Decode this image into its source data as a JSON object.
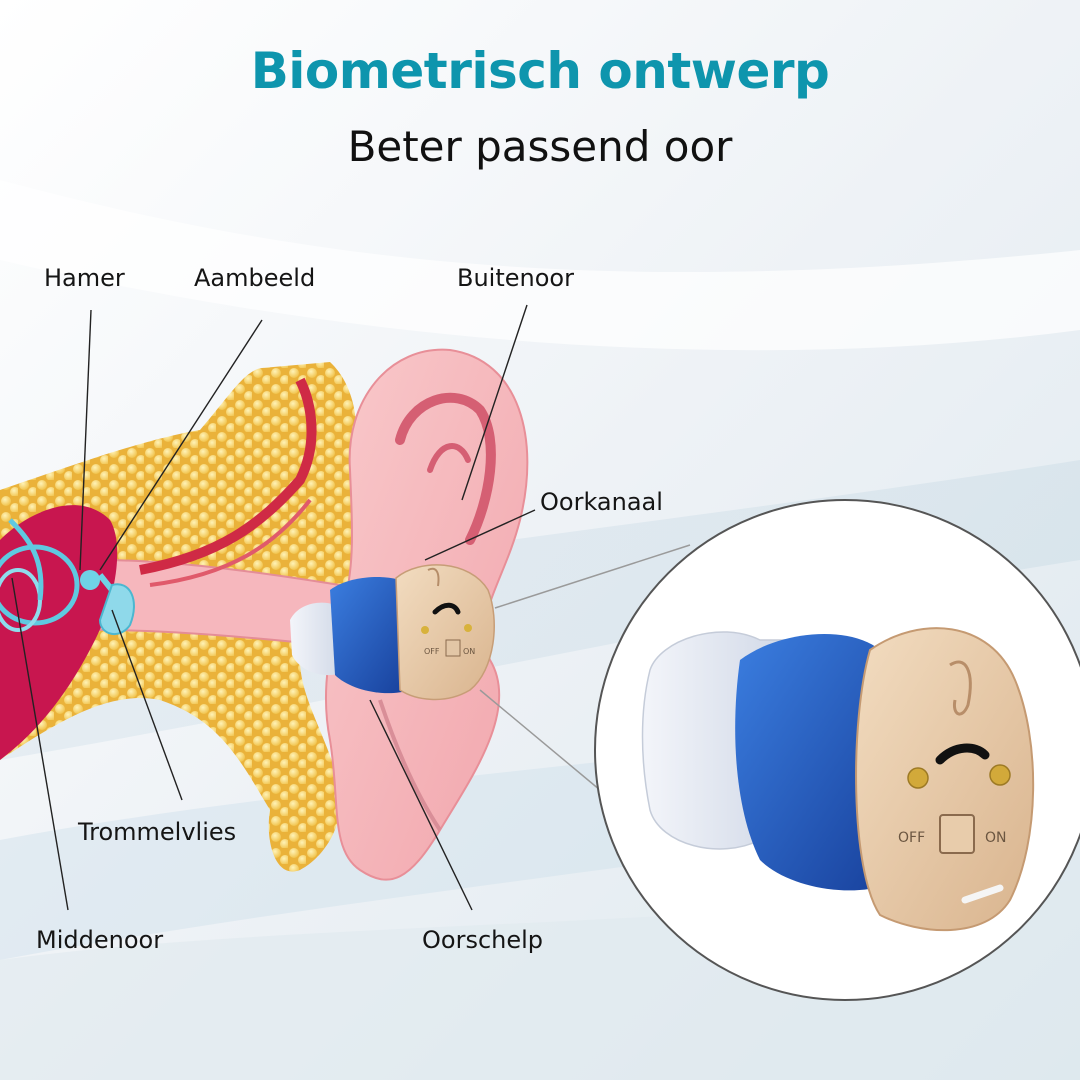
{
  "header": {
    "title": "Biometrisch ontwerp",
    "subtitle": "Beter passend oor"
  },
  "labels": {
    "hamer": "Hamer",
    "aambeeld": "Aambeeld",
    "buitenoor": "Buitenoor",
    "oorkanaal": "Oorkanaal",
    "trommelvlies": "Trommelvlies",
    "middenoor": "Middenoor",
    "oorschelp": "Oorschelp"
  },
  "device": {
    "switch_off": "OFF",
    "switch_on": "ON"
  },
  "colors": {
    "title": "#0e95ad",
    "device_body": "#e8c9a8",
    "device_ring": "#1f5bb8",
    "ear_skin": "#f5b9bd",
    "fat_tissue": "#f2c552",
    "middle_ear": "#c8164f"
  }
}
